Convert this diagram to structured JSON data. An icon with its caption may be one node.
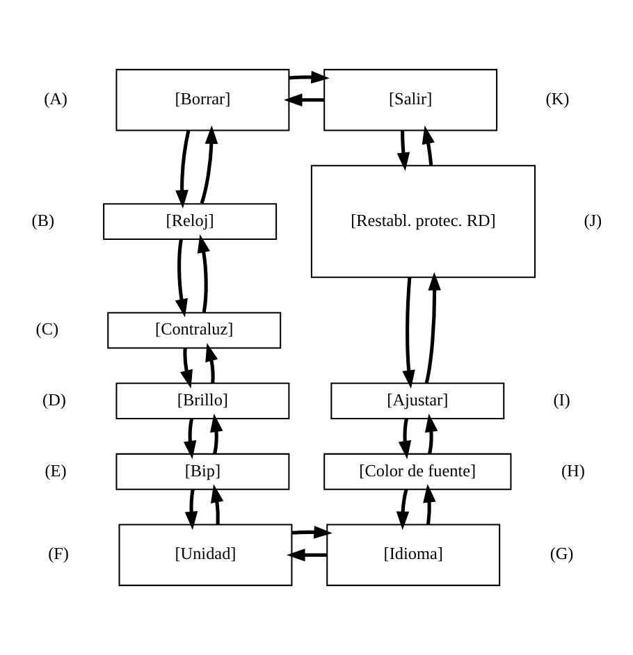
{
  "diagram": {
    "nodes": [
      {
        "text": [
          "[Borrar]"
        ],
        "beside": [
          "(A)"
        ]
      },
      {
        "text": [
          "[Salir]"
        ],
        "beside": [
          "(K)"
        ]
      },
      {
        "text": [
          "[Reloj]"
        ],
        "beside": [
          "(B)"
        ]
      },
      {
        "text": [
          "[Restabl. protec. RD]"
        ],
        "beside": [
          "(J)"
        ]
      },
      {
        "text": [
          "[Contraluz]"
        ],
        "beside": [
          "(C)"
        ]
      },
      {
        "text": [
          "[Brillo]"
        ],
        "beside": [
          "(D)"
        ]
      },
      {
        "text": [
          "[Ajustar]"
        ],
        "beside": [
          "(I)"
        ]
      },
      {
        "text": [
          "[Bip]"
        ],
        "beside": [
          "(E)"
        ]
      },
      {
        "text": [
          "[Color de fuente]"
        ],
        "beside": [
          "(H)"
        ]
      },
      {
        "text": [
          "[Unidad]"
        ],
        "beside": [
          "(F)"
        ]
      },
      {
        "text": [
          "[Idioma]"
        ],
        "beside": [
          "(G)"
        ]
      }
    ],
    "edges": [
      {
        "from": 1,
        "to": 0,
        "arrow": "to"
      },
      {
        "from": 0,
        "to": 1,
        "arrow": "to"
      },
      {
        "from": 0,
        "to": 2,
        "arrow": "to"
      },
      {
        "from": 2,
        "to": 0,
        "arrow": "to"
      },
      {
        "from": 1,
        "to": 3,
        "arrow": "to"
      },
      {
        "from": 3,
        "to": 1,
        "arrow": "to"
      },
      {
        "from": 2,
        "to": 4,
        "arrow": "to"
      },
      {
        "from": 4,
        "to": 2,
        "arrow": "to"
      },
      {
        "from": 4,
        "to": 5,
        "arrow": "to"
      },
      {
        "from": 5,
        "to": 4,
        "arrow": "to"
      },
      {
        "from": 3,
        "to": 6,
        "arrow": "to"
      },
      {
        "from": 6,
        "to": 3,
        "arrow": "to"
      },
      {
        "from": 5,
        "to": 7,
        "arrow": "to"
      },
      {
        "from": 7,
        "to": 5,
        "arrow": "to"
      },
      {
        "from": 6,
        "to": 8,
        "arrow": "to"
      },
      {
        "from": 8,
        "to": 6,
        "arrow": "to"
      },
      {
        "from": 7,
        "to": 9,
        "arrow": "to"
      },
      {
        "from": 9,
        "to": 7,
        "arrow": "to"
      },
      {
        "from": 8,
        "to": 10,
        "arrow": "to"
      },
      {
        "from": 10,
        "to": 8,
        "arrow": "to"
      },
      {
        "from": 10,
        "to": 9,
        "arrow": "to"
      },
      {
        "from": 9,
        "to": 10,
        "arrow": "to"
      }
    ]
  }
}
